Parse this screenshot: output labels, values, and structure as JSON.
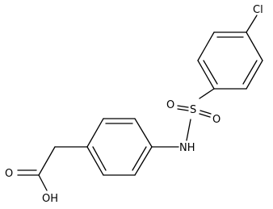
{
  "structure": {
    "atoms": {
      "chlorine": "Cl",
      "sulfur": "S",
      "sulfonyl_oxygen_left": "O",
      "sulfonyl_oxygen_right": "O",
      "amine": "NH",
      "carbonyl_oxygen": "O",
      "hydroxyl": "OH"
    }
  }
}
